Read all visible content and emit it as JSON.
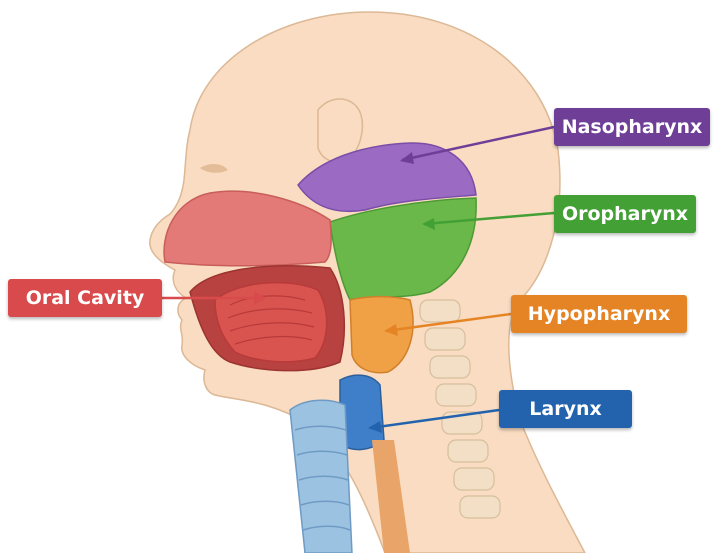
{
  "labels": {
    "nasopharynx": {
      "text": "Nasopharynx",
      "color": "#6f3f98"
    },
    "oropharynx": {
      "text": "Oropharynx",
      "color": "#43a035"
    },
    "hypopharynx": {
      "text": "Hypopharynx",
      "color": "#e58425"
    },
    "larynx": {
      "text": "Larynx",
      "color": "#2363ad"
    },
    "oral_cavity": {
      "text": "Oral Cavity",
      "color": "#d84a4b"
    }
  },
  "colors": {
    "skin": "#f9dcc1",
    "skin_outline": "#dcb895",
    "nasopharynx": "#9b6ac3",
    "oropharynx": "#6bb84a",
    "hypopharynx": "#f0a045",
    "oral_cavity": "#e0605a",
    "tongue": "#d9544f",
    "larynx": "#3f7fca",
    "trachea": "#9cc2e2",
    "nasal": "#e37a77",
    "spine": "#f2dfc6"
  }
}
